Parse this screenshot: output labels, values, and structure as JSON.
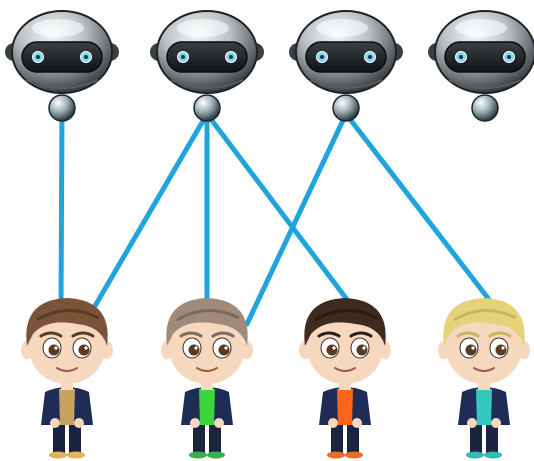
{
  "colors": {
    "link": "#1fa4dc",
    "robot_dark": "#2a2e31",
    "robot_mid": "#8b949a",
    "robot_light": "#eef2f3",
    "eye": "#7fd8ee",
    "skin": "#f6d8bf",
    "suit": "#1f2c55",
    "pants": "#1a2340"
  },
  "robots": [
    {
      "name": "robot-1",
      "icon": "robot-icon"
    },
    {
      "name": "robot-2",
      "icon": "robot-icon"
    },
    {
      "name": "robot-3",
      "icon": "robot-icon"
    },
    {
      "name": "robot-4",
      "icon": "robot-icon"
    }
  ],
  "people": [
    {
      "name": "person-1",
      "icon": "man-avatar-icon",
      "hair": "#7a5338",
      "hair_dark": "#5b3b26",
      "shirt": "#c8a35c",
      "shoes": "#e3b25a"
    },
    {
      "name": "person-2",
      "icon": "man-avatar-icon",
      "hair": "#a08b7b",
      "hair_dark": "#7c6a5d",
      "shirt": "#3ad63a",
      "shoes": "#3ab04a"
    },
    {
      "name": "person-3",
      "icon": "man-avatar-icon",
      "hair": "#3f2a20",
      "hair_dark": "#2a1b14",
      "shirt": "#ff6418",
      "shoes": "#f06a2a"
    },
    {
      "name": "person-4",
      "icon": "man-avatar-icon",
      "hair": "#e6d27a",
      "hair_dark": "#c9b55d",
      "shirt": "#33c8c0",
      "shoes": "#3ab7b0"
    }
  ],
  "connections": [
    {
      "from": 0,
      "to": 0
    },
    {
      "from": 1,
      "to": 0
    },
    {
      "from": 1,
      "to": 1
    },
    {
      "from": 1,
      "to": 2
    },
    {
      "from": 2,
      "to": 1
    },
    {
      "from": 2,
      "to": 3
    }
  ]
}
